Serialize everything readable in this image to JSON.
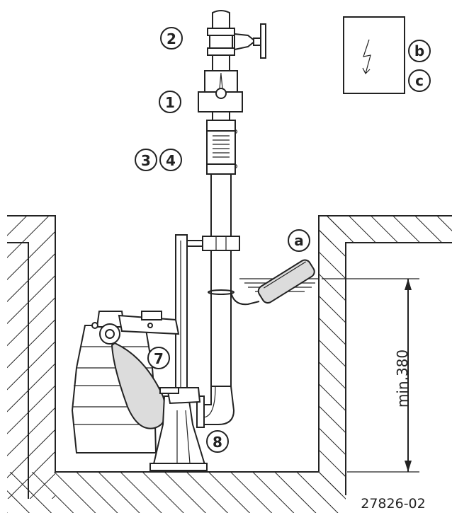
{
  "callouts": {
    "c1": "1",
    "c2": "2",
    "c3": "3",
    "c4": "4",
    "c7": "7",
    "c8": "8",
    "ca": "a",
    "cb": "b",
    "cc": "c"
  },
  "dimension_label": "min.380",
  "drawing_number": "27826-02",
  "icons": {
    "power_box": "lightning-bolt-icon"
  }
}
